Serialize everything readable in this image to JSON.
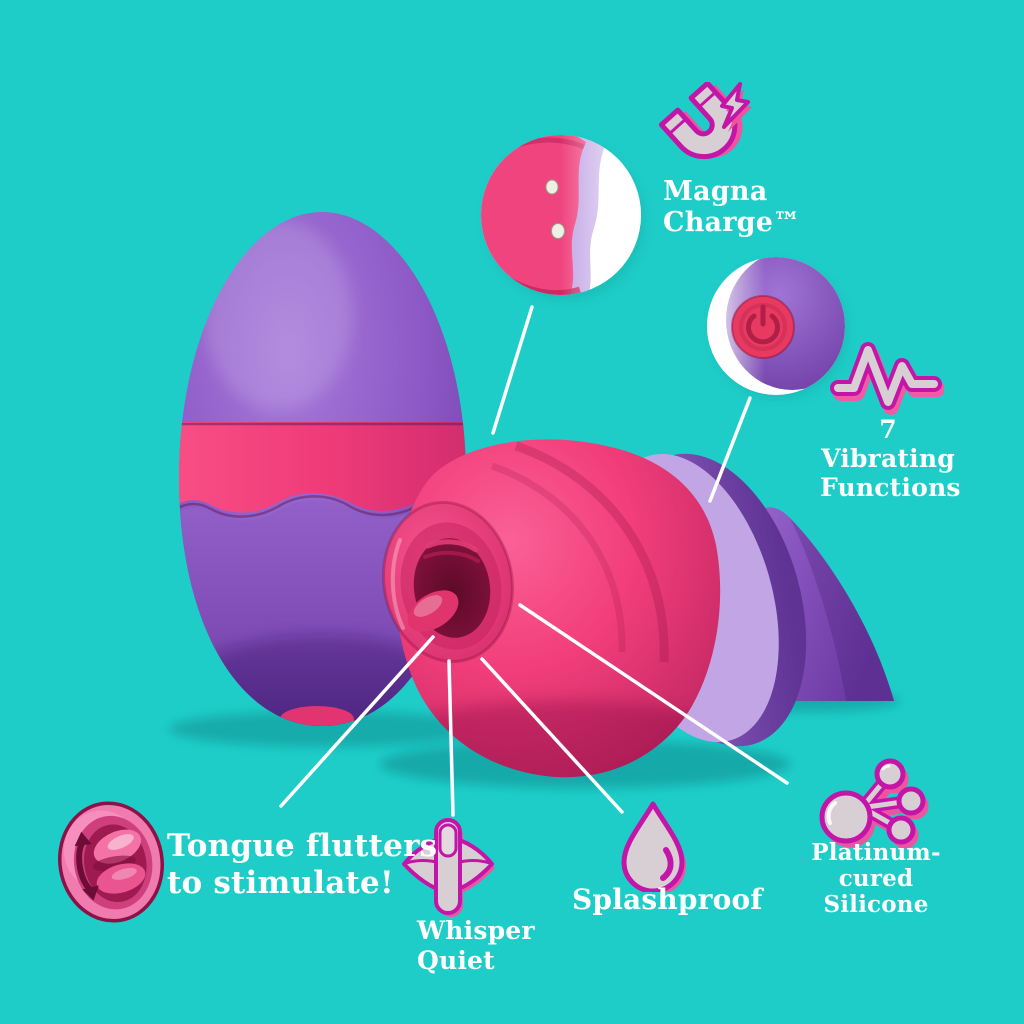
{
  "colors": {
    "background": "#1ecdc8",
    "device_purple": "#8a57c0",
    "device_pink": "#ef3a76",
    "lavender_seam": "#c2a5e5",
    "icon_outline_magenta": "#c415a9",
    "icon_fill_gray": "#d8cfd4",
    "icon_shadow_pink": "#ee55a0",
    "text": "#ffffff",
    "power_button_pink": "#e83a61"
  },
  "features": {
    "magna_charge": {
      "line1": "Magna",
      "line2": "Charge™",
      "icon": "magnet-icon"
    },
    "vibrating_functions": {
      "line1": "7 Vibrating",
      "line2": "Functions",
      "icon": "pulse-icon"
    },
    "tongue_flutters": {
      "line1": "Tongue flutters",
      "line2": "to stimulate!",
      "icon": "mouth-tongue-icon"
    },
    "whisper_quiet": {
      "line1": "Whisper",
      "line2": "Quiet",
      "icon": "finger-over-lips-icon"
    },
    "splashproof": {
      "label": "Splashproof",
      "icon": "water-drop-icon"
    },
    "platinum_silicone": {
      "line1": "Platinum-cured",
      "line2": "Silicone",
      "icon": "molecule-icon"
    }
  },
  "scene": {
    "zoom_circle_1": "charging-contacts-detail",
    "zoom_circle_2": "power-button-detail",
    "devices": [
      "egg-massager-upright",
      "flutter-massager-on-side",
      "charging-cap"
    ]
  }
}
